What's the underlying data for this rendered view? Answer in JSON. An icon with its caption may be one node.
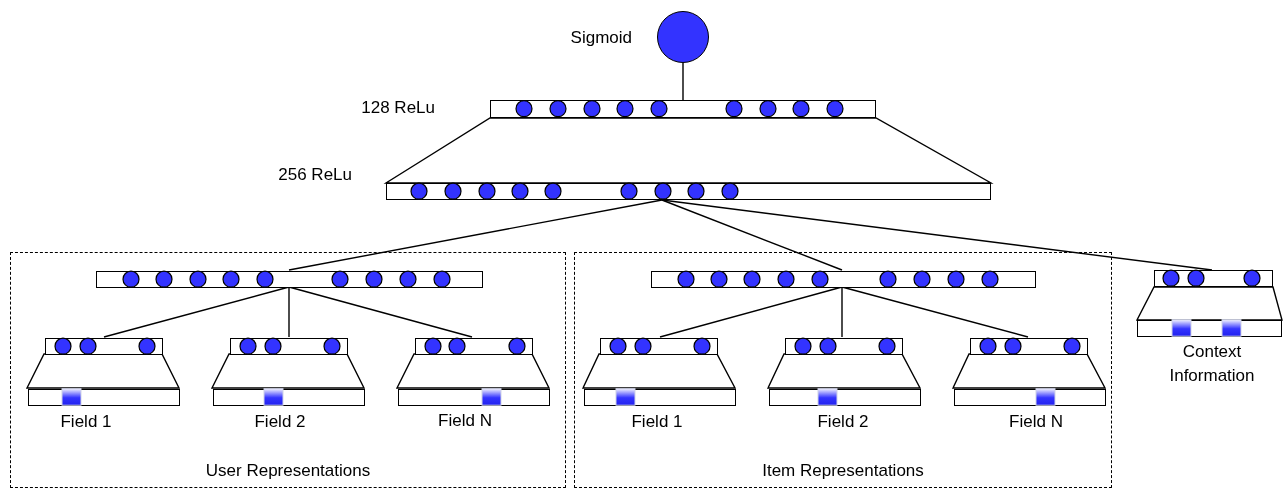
{
  "diagram": {
    "nodes": [
      {
        "text": [],
        "shape": "circle",
        "beside": [
          "Sigmoid"
        ]
      },
      {
        "text": [],
        "shape": "bar",
        "beside": [
          "128 ReLu"
        ]
      },
      {
        "text": [],
        "shape": "bar",
        "beside": [
          "256 ReLu"
        ]
      },
      {
        "text": [
          "User Representations"
        ]
      },
      {
        "text": [],
        "shape": "bar",
        "in": 3
      },
      {
        "text": [],
        "shape": "bar",
        "in": 3
      },
      {
        "text": [],
        "shape": "bar",
        "in": 3,
        "beside": [
          "Field 1"
        ]
      },
      {
        "text": [],
        "shape": "bar",
        "in": 3
      },
      {
        "text": [],
        "shape": "bar",
        "in": 3,
        "beside": [
          "Field 2"
        ]
      },
      {
        "text": [],
        "shape": "bar",
        "in": 3
      },
      {
        "text": [],
        "shape": "bar",
        "in": 3,
        "beside": [
          "Field N"
        ]
      },
      {
        "text": [
          "Item Representations"
        ]
      },
      {
        "text": [],
        "shape": "bar",
        "in": 11
      },
      {
        "text": [],
        "shape": "bar",
        "in": 11
      },
      {
        "text": [],
        "shape": "bar",
        "in": 11,
        "beside": [
          "Field 1"
        ]
      },
      {
        "text": [],
        "shape": "bar",
        "in": 11
      },
      {
        "text": [],
        "shape": "bar",
        "in": 11,
        "beside": [
          "Field 2"
        ]
      },
      {
        "text": [],
        "shape": "bar",
        "in": 11
      },
      {
        "text": [],
        "shape": "bar",
        "in": 11,
        "beside": [
          "Field N"
        ]
      },
      {
        "text": [],
        "shape": "bar"
      },
      {
        "text": [],
        "shape": "bar",
        "beside": [
          "Context Information"
        ]
      }
    ],
    "edges": [
      {
        "from": 1,
        "to": 0,
        "arrow": "none"
      },
      {
        "from": 2,
        "to": 1,
        "arrow": "none"
      },
      {
        "from": 4,
        "to": 2,
        "arrow": "none"
      },
      {
        "from": 12,
        "to": 2,
        "arrow": "none"
      },
      {
        "from": 19,
        "to": 2,
        "arrow": "none"
      },
      {
        "from": 5,
        "to": 4,
        "arrow": "none"
      },
      {
        "from": 7,
        "to": 4,
        "arrow": "none"
      },
      {
        "from": 9,
        "to": 4,
        "arrow": "none"
      },
      {
        "from": 6,
        "to": 5,
        "arrow": "none"
      },
      {
        "from": 8,
        "to": 7,
        "arrow": "none"
      },
      {
        "from": 10,
        "to": 9,
        "arrow": "none"
      },
      {
        "from": 13,
        "to": 12,
        "arrow": "none"
      },
      {
        "from": 15,
        "to": 12,
        "arrow": "none"
      },
      {
        "from": 17,
        "to": 12,
        "arrow": "none"
      },
      {
        "from": 14,
        "to": 13,
        "arrow": "none"
      },
      {
        "from": 16,
        "to": 15,
        "arrow": "none"
      },
      {
        "from": 18,
        "to": 17,
        "arrow": "none"
      },
      {
        "from": 20,
        "to": 19,
        "arrow": "none"
      }
    ]
  }
}
